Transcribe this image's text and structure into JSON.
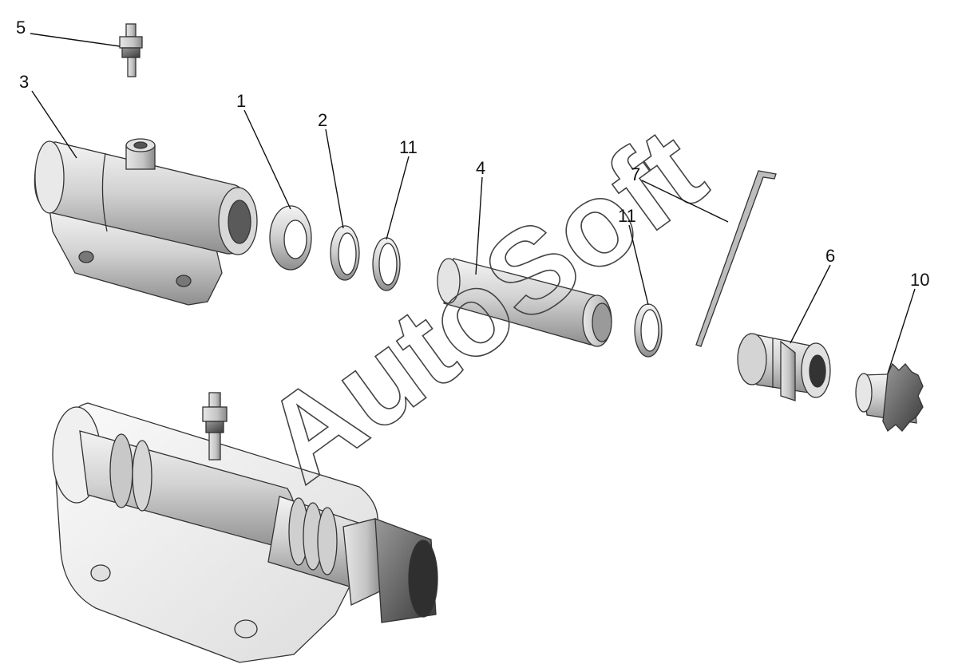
{
  "diagram": {
    "callouts": {
      "c1": "1",
      "c2": "2",
      "c3": "3",
      "c4": "4",
      "c5": "5",
      "c6": "6",
      "c7": "7",
      "c10": "10",
      "c11a": "11",
      "c11b": "11"
    },
    "watermark": "AutoSoft"
  }
}
